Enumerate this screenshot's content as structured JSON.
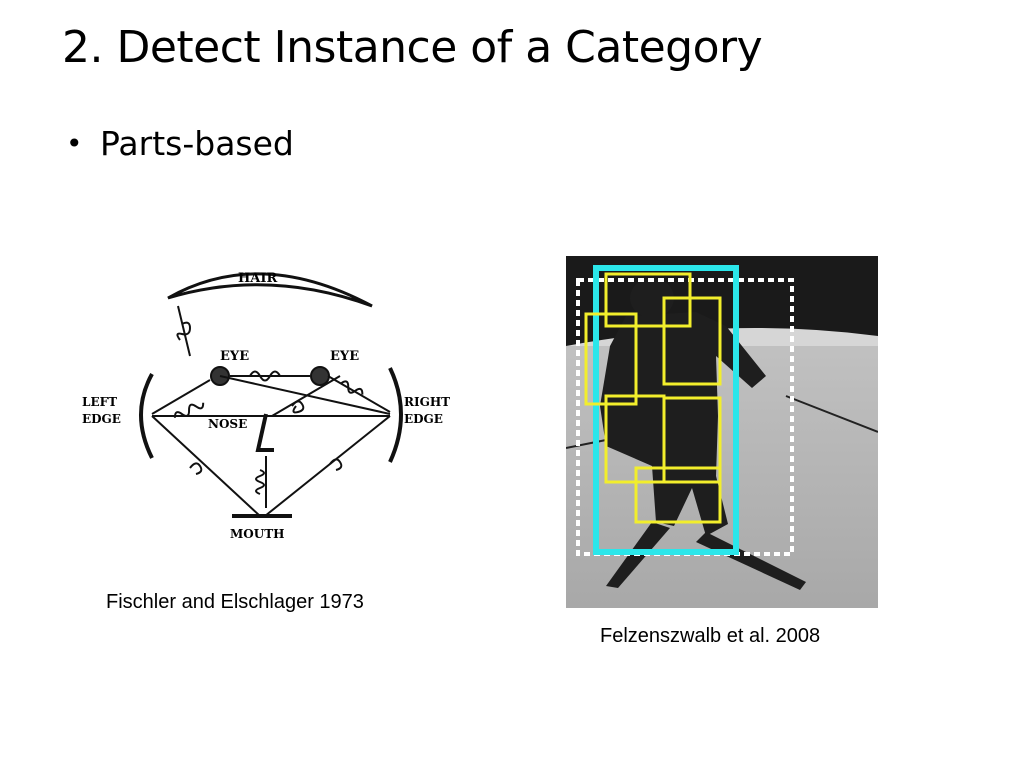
{
  "slide": {
    "title": "2. Detect Instance of a Category",
    "bullet": "Parts-based"
  },
  "figure_left": {
    "labels": {
      "hair": "HAIR",
      "eye_left": "EYE",
      "eye_right": "EYE",
      "left_edge_line1": "LEFT",
      "left_edge_line2": "EDGE",
      "right_edge_line1": "RIGHT",
      "right_edge_line2": "EDGE",
      "nose": "NOSE",
      "mouth": "MOUTH"
    },
    "caption": "Fischler and Elschlager 1973"
  },
  "figure_right": {
    "caption": "Felzenszwalb et al. 2008",
    "colors": {
      "root_box": "#2be6ea",
      "part_boxes": "#f2ee2c",
      "bounding_box": "#ffffff"
    }
  }
}
